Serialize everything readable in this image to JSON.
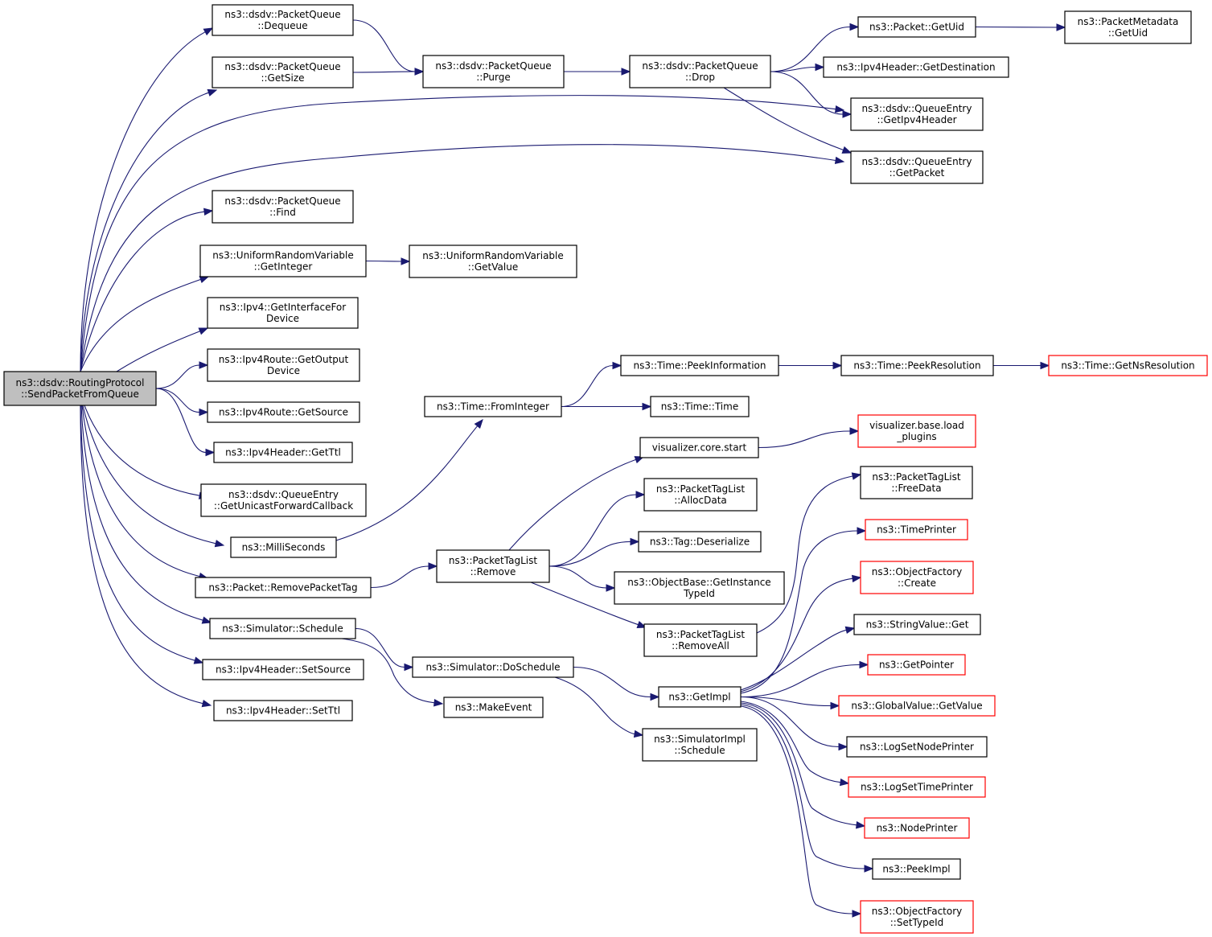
{
  "colors": {
    "edge": "#191970",
    "node_border": "#000000",
    "node_border_external": "#ff0000",
    "root_fill": "#bfbfbf"
  },
  "nodes": {
    "root": [
      "ns3::dsdv::RoutingProtocol",
      "::SendPacketFromQueue"
    ],
    "dequeue": [
      "ns3::dsdv::PacketQueue",
      "::Dequeue"
    ],
    "getsize": [
      "ns3::dsdv::PacketQueue",
      "::GetSize"
    ],
    "purge": [
      "ns3::dsdv::PacketQueue",
      "::Purge"
    ],
    "drop": [
      "ns3::dsdv::PacketQueue",
      "::Drop"
    ],
    "packet_getuid": [
      "ns3::Packet::GetUid"
    ],
    "metadata_getuid": [
      "ns3::PacketMetadata",
      "::GetUid"
    ],
    "getdestination": [
      "ns3::Ipv4Header::GetDestination"
    ],
    "getipv4header": [
      "ns3::dsdv::QueueEntry",
      "::GetIpv4Header"
    ],
    "getpacket": [
      "ns3::dsdv::QueueEntry",
      "::GetPacket"
    ],
    "find": [
      "ns3::dsdv::PacketQueue",
      "::Find"
    ],
    "getinteger": [
      "ns3::UniformRandomVariable",
      "::GetInteger"
    ],
    "getvalue_urv": [
      "ns3::UniformRandomVariable",
      "::GetValue"
    ],
    "getinterfacefordevice": [
      "ns3::Ipv4::GetInterfaceFor",
      "Device"
    ],
    "getoutputdevice": [
      "ns3::Ipv4Route::GetOutput",
      "Device"
    ],
    "getsource": [
      "ns3::Ipv4Route::GetSource"
    ],
    "getttl": [
      "ns3::Ipv4Header::GetTtl"
    ],
    "getunicastforwardcallback": [
      "ns3::dsdv::QueueEntry",
      "::GetUnicastForwardCallback"
    ],
    "milliseconds": [
      "ns3::MilliSeconds"
    ],
    "removepackettag": [
      "ns3::Packet::RemovePacketTag"
    ],
    "schedule": [
      "ns3::Simulator::Schedule"
    ],
    "setsource": [
      "ns3::Ipv4Header::SetSource"
    ],
    "setttl": [
      "ns3::Ipv4Header::SetTtl"
    ],
    "frominteger": [
      "ns3::Time::FromInteger"
    ],
    "peekinformation": [
      "ns3::Time::PeekInformation"
    ],
    "peekresolution": [
      "ns3::Time::PeekResolution"
    ],
    "getnsresolution": [
      "ns3::Time::GetNsResolution"
    ],
    "time": [
      "ns3::Time::Time"
    ],
    "corestart": [
      "visualizer.core.start"
    ],
    "loadplugins": [
      "visualizer.base.load",
      "_plugins"
    ],
    "ptl_remove": [
      "ns3::PacketTagList",
      "::Remove"
    ],
    "allocdata": [
      "ns3::PacketTagList",
      "::AllocData"
    ],
    "deserialize": [
      "ns3::Tag::Deserialize"
    ],
    "getinstancetypeid": [
      "ns3::ObjectBase::GetInstance",
      "TypeId"
    ],
    "removeall": [
      "ns3::PacketTagList",
      "::RemoveAll"
    ],
    "freedata": [
      "ns3::PacketTagList",
      "::FreeData"
    ],
    "timeprinter": [
      "ns3::TimePrinter"
    ],
    "factory_create": [
      "ns3::ObjectFactory",
      "::Create"
    ],
    "stringvalue_get": [
      "ns3::StringValue::Get"
    ],
    "getpointer": [
      "ns3::GetPointer"
    ],
    "globalvalue_getvalue": [
      "ns3::GlobalValue::GetValue"
    ],
    "logsetnodeprinter": [
      "ns3::LogSetNodePrinter"
    ],
    "logsettimeprinter": [
      "ns3::LogSetTimePrinter"
    ],
    "nodeprinter": [
      "ns3::NodePrinter"
    ],
    "peekimpl": [
      "ns3::PeekImpl"
    ],
    "settypeid": [
      "ns3::ObjectFactory",
      "::SetTypeId"
    ],
    "doschedule": [
      "ns3::Simulator::DoSchedule"
    ],
    "makeevent": [
      "ns3::MakeEvent"
    ],
    "getimpl": [
      "ns3::GetImpl"
    ],
    "simimpl_schedule": [
      "ns3::SimulatorImpl",
      "::Schedule"
    ]
  },
  "edges": [
    [
      "root",
      "dequeue"
    ],
    [
      "root",
      "getsize"
    ],
    [
      "root",
      "getipv4header"
    ],
    [
      "root",
      "getpacket"
    ],
    [
      "root",
      "find"
    ],
    [
      "root",
      "getinteger"
    ],
    [
      "root",
      "getinterfacefordevice"
    ],
    [
      "root",
      "getoutputdevice"
    ],
    [
      "root",
      "getsource"
    ],
    [
      "root",
      "getttl"
    ],
    [
      "root",
      "getunicastforwardcallback"
    ],
    [
      "root",
      "milliseconds"
    ],
    [
      "root",
      "removepackettag"
    ],
    [
      "root",
      "schedule"
    ],
    [
      "root",
      "setsource"
    ],
    [
      "root",
      "setttl"
    ],
    [
      "dequeue",
      "purge"
    ],
    [
      "getsize",
      "purge"
    ],
    [
      "purge",
      "drop"
    ],
    [
      "drop",
      "packet_getuid"
    ],
    [
      "drop",
      "getdestination"
    ],
    [
      "drop",
      "getipv4header"
    ],
    [
      "drop",
      "getpacket"
    ],
    [
      "packet_getuid",
      "metadata_getuid"
    ],
    [
      "getinteger",
      "getvalue_urv"
    ],
    [
      "milliseconds",
      "frominteger"
    ],
    [
      "frominteger",
      "peekinformation"
    ],
    [
      "frominteger",
      "time"
    ],
    [
      "peekinformation",
      "peekresolution"
    ],
    [
      "peekresolution",
      "getnsresolution"
    ],
    [
      "removepackettag",
      "ptl_remove"
    ],
    [
      "ptl_remove",
      "corestart"
    ],
    [
      "ptl_remove",
      "allocdata"
    ],
    [
      "ptl_remove",
      "deserialize"
    ],
    [
      "ptl_remove",
      "getinstancetypeid"
    ],
    [
      "ptl_remove",
      "removeall"
    ],
    [
      "corestart",
      "loadplugins"
    ],
    [
      "removeall",
      "freedata"
    ],
    [
      "schedule",
      "doschedule"
    ],
    [
      "schedule",
      "makeevent"
    ],
    [
      "doschedule",
      "getimpl"
    ],
    [
      "doschedule",
      "simimpl_schedule"
    ],
    [
      "getimpl",
      "timeprinter"
    ],
    [
      "getimpl",
      "factory_create"
    ],
    [
      "getimpl",
      "stringvalue_get"
    ],
    [
      "getimpl",
      "getpointer"
    ],
    [
      "getimpl",
      "globalvalue_getvalue"
    ],
    [
      "getimpl",
      "logsetnodeprinter"
    ],
    [
      "getimpl",
      "logsettimeprinter"
    ],
    [
      "getimpl",
      "nodeprinter"
    ],
    [
      "getimpl",
      "peekimpl"
    ],
    [
      "getimpl",
      "settypeid"
    ]
  ]
}
